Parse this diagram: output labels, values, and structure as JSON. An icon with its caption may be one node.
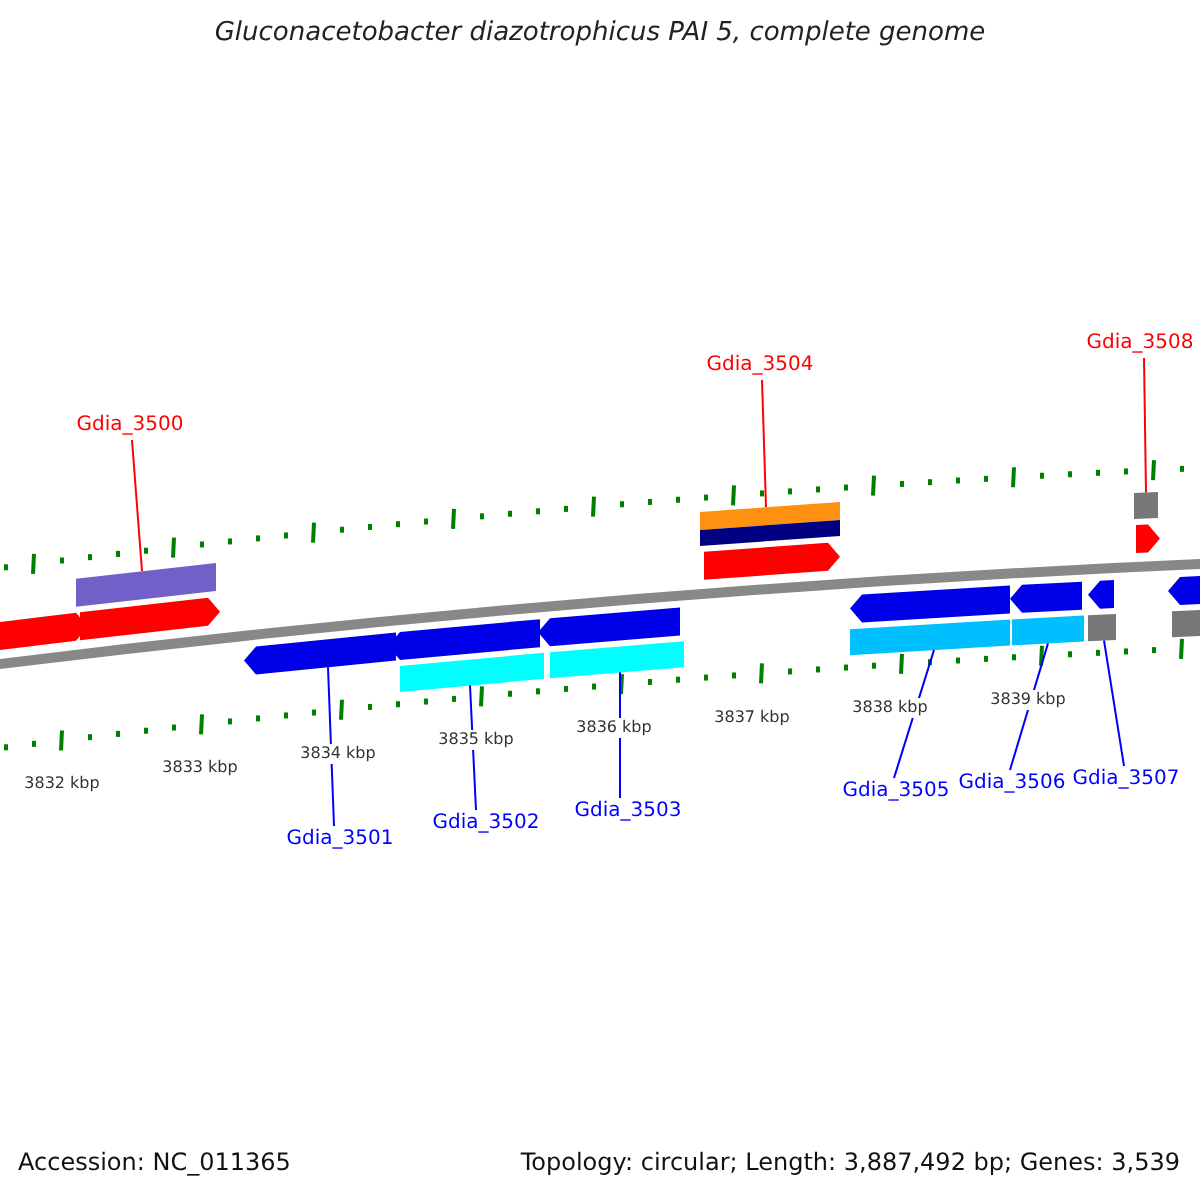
{
  "diagram": {
    "title": "Gluconacetobacter diazotrophicus PAI 5, complete genome",
    "nodes": [
      {
        "text": [
          "Gdia_3500"
        ]
      },
      {
        "text": [
          "Gdia_3504"
        ]
      },
      {
        "text": [
          "Gdia_3508"
        ]
      },
      {
        "text": [
          "Gdia_3501"
        ]
      },
      {
        "text": [
          "Gdia_3502"
        ]
      },
      {
        "text": [
          "Gdia_3503"
        ]
      },
      {
        "text": [
          "Gdia_3505"
        ]
      },
      {
        "text": [
          "Gdia_3506"
        ]
      },
      {
        "text": [
          "Gdia_3507"
        ]
      },
      {
        "text": [],
        "shape": "pentagon"
      },
      {
        "text": [],
        "shape": "bar"
      },
      {
        "text": [],
        "shape": "pentagon"
      },
      {
        "text": [],
        "shape": "pentagon"
      },
      {
        "text": [],
        "shape": "pentagon"
      },
      {
        "text": [],
        "shape": "bar"
      },
      {
        "text": [],
        "shape": "pentagon"
      },
      {
        "text": [],
        "shape": "bar"
      },
      {
        "text": [],
        "shape": "bar"
      },
      {
        "text": [],
        "shape": "bar"
      },
      {
        "text": [],
        "shape": "pentagon"
      },
      {
        "text": [],
        "shape": "pentagon"
      },
      {
        "text": [],
        "shape": "bar"
      },
      {
        "text": [],
        "shape": "pentagon"
      },
      {
        "text": [],
        "shape": "bar"
      },
      {
        "text": [],
        "shape": "pentagon"
      },
      {
        "text": [],
        "shape": "bar"
      },
      {
        "text": [],
        "shape": "bar"
      },
      {
        "text": [],
        "shape": "pentagon"
      },
      {
        "text": [],
        "shape": "pentagon"
      },
      {
        "text": [],
        "shape": "bar"
      }
    ],
    "edges": [
      {
        "from": 0,
        "to": 10,
        "arrow": "none",
        "color": "#ff0000"
      },
      {
        "from": 1,
        "to": 17,
        "arrow": "none",
        "color": "#ff0000"
      },
      {
        "from": 2,
        "to": 26,
        "arrow": "none",
        "color": "#ff0000"
      },
      {
        "from": 3,
        "to": 12,
        "arrow": "none"
      },
      {
        "from": 4,
        "to": 14,
        "arrow": "none"
      },
      {
        "from": 5,
        "to": 16,
        "arrow": "none"
      },
      {
        "from": 6,
        "to": 21,
        "arrow": "none"
      },
      {
        "from": 7,
        "to": 23,
        "arrow": "none"
      },
      {
        "from": 8,
        "to": 25,
        "arrow": "none"
      }
    ],
    "labels": [
      "3832 kbp",
      "3833 kbp",
      "3834 kbp",
      "3835 kbp",
      "3836 kbp",
      "3837 kbp",
      "3838 kbp",
      "3839 kbp",
      "Accession: NC_011365",
      "Topology: circular; Length: 3,887,492 bp; Genes: 3,539"
    ]
  }
}
